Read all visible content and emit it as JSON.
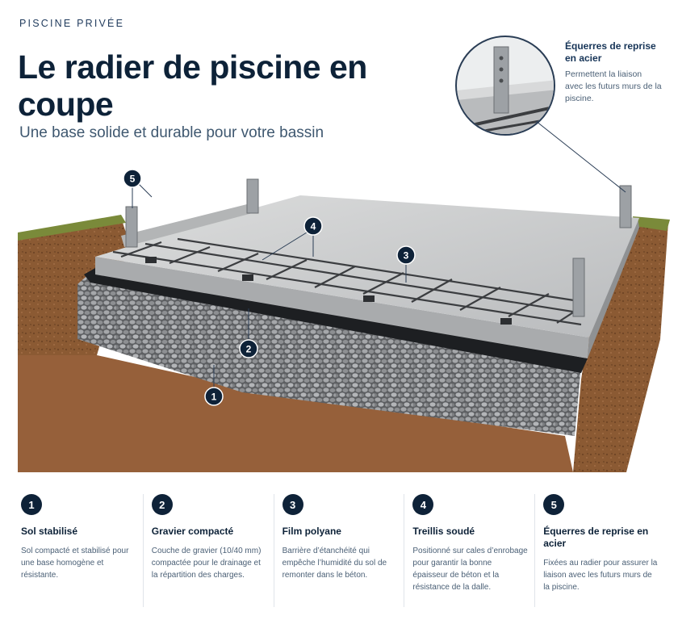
{
  "header": {
    "eyebrow": "PISCINE PRIVÉE",
    "title": "Le radier de piscine en coupe",
    "subtitle": "Une base solide et durable pour votre bassin"
  },
  "detail_callout": {
    "title": "Équerres de reprise en acier",
    "description": "Permettent la liaison avec les futurs murs de la piscine."
  },
  "markers": [
    "1",
    "2",
    "3",
    "4",
    "5"
  ],
  "legend": [
    {
      "number": "1",
      "title": "Sol stabilisé",
      "description": "Sol compacté et stabilisé pour une base homogène et résistante."
    },
    {
      "number": "2",
      "title": "Gravier compacté",
      "description": "Couche de gravier (10/40 mm) compactée pour le drainage et la répartition des charges."
    },
    {
      "number": "3",
      "title": "Film polyane",
      "description": "Barrière d’étanchéité qui empêche l’humidité du sol de remonter dans le béton."
    },
    {
      "number": "4",
      "title": "Treillis soudé",
      "description": "Positionné sur cales d’enrobage pour garantir la bonne épaisseur de béton et la résistance de la dalle."
    },
    {
      "number": "5",
      "title": "Équerres de reprise en acier",
      "description": "Fixées au radier pour assurer la liaison avec les futurs murs de la piscine."
    }
  ],
  "colors": {
    "navy": "#0e2238",
    "soil": "#8a5a35",
    "concrete": "#c9cbcc",
    "film": "#1d1f22",
    "grass": "#7a8a3a"
  }
}
